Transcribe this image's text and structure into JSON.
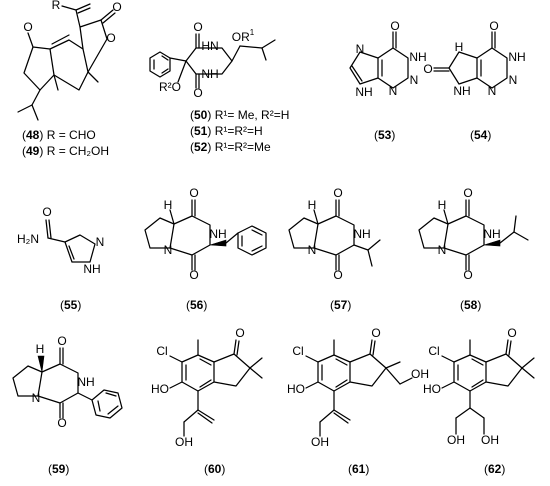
{
  "compounds": {
    "c48": {
      "id": "48",
      "caption": "R = CHO"
    },
    "c49": {
      "id": "49",
      "caption": "R = CH₂OH"
    },
    "c50": {
      "id": "50",
      "caption": "R¹= Me, R²=H"
    },
    "c51": {
      "id": "51",
      "caption": "R¹=R²=H"
    },
    "c52": {
      "id": "52",
      "caption": "R¹=R²=Me"
    },
    "c53": {
      "id": "53"
    },
    "c54": {
      "id": "54"
    },
    "c55": {
      "id": "55"
    },
    "c56": {
      "id": "56"
    },
    "c57": {
      "id": "57"
    },
    "c58": {
      "id": "58"
    },
    "c59": {
      "id": "59"
    },
    "c60": {
      "id": "60"
    },
    "c61": {
      "id": "61"
    },
    "c62": {
      "id": "62"
    }
  },
  "atoms": {
    "O": "O",
    "N": "N",
    "H": "H",
    "NH": "NH",
    "HN": "HN",
    "Cl": "Cl",
    "OH": "OH",
    "HO": "HO",
    "H2N": "H₂N",
    "R": "R",
    "OR": "OR",
    "R2O": "R²O",
    "sup1": "1"
  }
}
